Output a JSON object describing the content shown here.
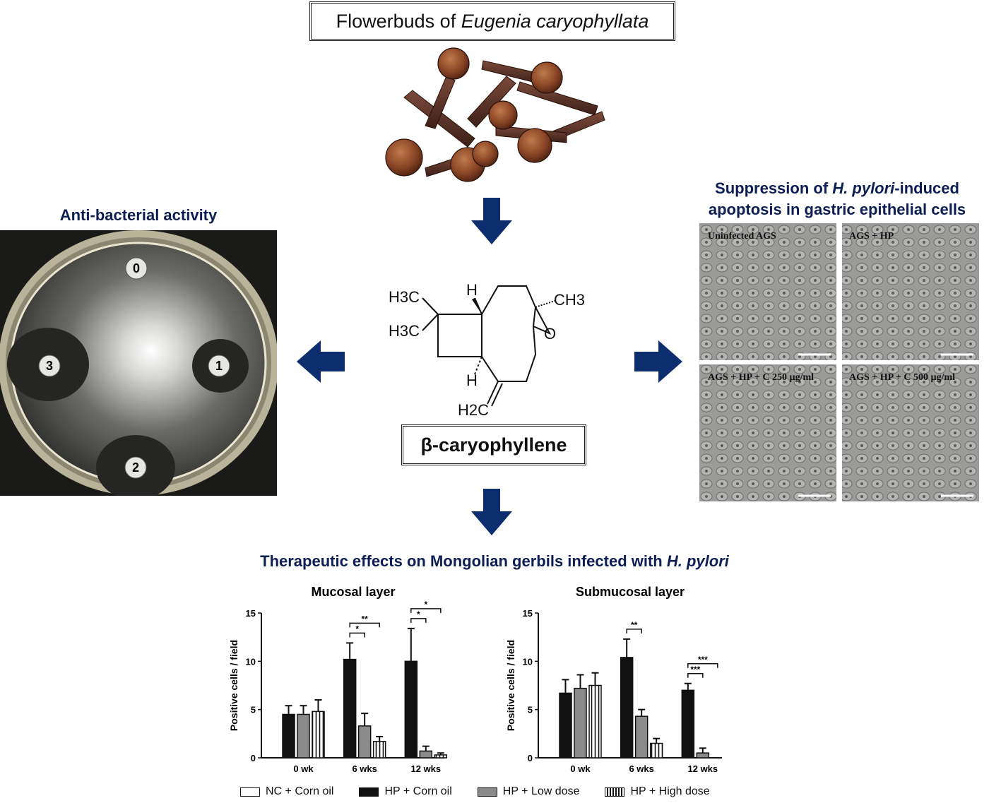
{
  "title": {
    "prefix": "Flowerbuds of ",
    "species": "Eugenia caryophyllata"
  },
  "compound": {
    "name": "β-caryophyllene",
    "atoms": {
      "h3c_top": "H3C",
      "h3c_mid": "H3C",
      "h_top": "H",
      "ch3": "CH3",
      "o": "O",
      "h_bottom": "H",
      "h2c": "H2C"
    }
  },
  "antibacterial": {
    "title": "Anti-bacterial activity",
    "disc_labels": [
      "0",
      "1",
      "2",
      "3"
    ]
  },
  "apoptosis": {
    "title_line1_prefix": "Suppression of ",
    "title_line1_species": "H. pylori",
    "title_line1_suffix": "-induced",
    "title_line2": "apoptosis in gastric epithelial cells",
    "panels": [
      "Uninfected AGS",
      "AGS + HP",
      "AGS + HP + C 250 µg/ml",
      "AGS + HP + C 500 µg/ml"
    ]
  },
  "therapeutic": {
    "title_prefix": "Therapeutic effects on Mongolian gerbils infected with ",
    "title_species": "H. pylori"
  },
  "colors": {
    "navy": "#0d2e6e",
    "black": "#111111",
    "gray": "#8a8a8a"
  },
  "chart_data": [
    {
      "type": "bar",
      "title": "Mucosal layer",
      "ylabel": "Positive cells / field",
      "ylim": [
        0,
        15
      ],
      "yticks": [
        0,
        5,
        10,
        15
      ],
      "categories": [
        "0 wk",
        "6 wks",
        "12 wks"
      ],
      "series": [
        {
          "name": "HP + Corn oil",
          "values": [
            4.5,
            10.2,
            10.0
          ],
          "errors": [
            0.9,
            1.7,
            3.4
          ]
        },
        {
          "name": "HP + Low dose",
          "values": [
            4.5,
            3.3,
            0.7
          ],
          "errors": [
            0.9,
            1.3,
            0.5
          ]
        },
        {
          "name": "HP + High dose",
          "values": [
            4.8,
            1.7,
            0.3
          ],
          "errors": [
            1.2,
            0.5,
            0.2
          ]
        }
      ],
      "significance": [
        {
          "category": "6 wks",
          "label": "*"
        },
        {
          "category": "6 wks",
          "label": "**"
        },
        {
          "category": "12 wks",
          "label": "*"
        },
        {
          "category": "12 wks",
          "label": "*"
        }
      ]
    },
    {
      "type": "bar",
      "title": "Submucosal layer",
      "ylabel": "Positive cells / field",
      "ylim": [
        0,
        15
      ],
      "yticks": [
        0,
        5,
        10,
        15
      ],
      "categories": [
        "0 wk",
        "6 wks",
        "12 wks"
      ],
      "series": [
        {
          "name": "HP + Corn oil",
          "values": [
            6.7,
            10.4,
            7.0
          ],
          "errors": [
            1.4,
            1.9,
            0.7
          ]
        },
        {
          "name": "HP + Low dose",
          "values": [
            7.2,
            4.3,
            0.5
          ],
          "errors": [
            1.4,
            0.7,
            0.5
          ]
        },
        {
          "name": "HP + High dose",
          "values": [
            7.5,
            1.5,
            0
          ],
          "errors": [
            1.3,
            0.5,
            0
          ]
        }
      ],
      "significance": [
        {
          "category": "6 wks",
          "label": "**"
        },
        {
          "category": "12 wks",
          "label": "***"
        },
        {
          "category": "12 wks",
          "label": "***"
        }
      ]
    }
  ],
  "legend": [
    {
      "label": "NC + Corn oil",
      "style": "white"
    },
    {
      "label": "HP + Corn oil",
      "style": "black"
    },
    {
      "label": "HP + Low dose",
      "style": "gray"
    },
    {
      "label": "HP + High dose",
      "style": "striped"
    }
  ]
}
